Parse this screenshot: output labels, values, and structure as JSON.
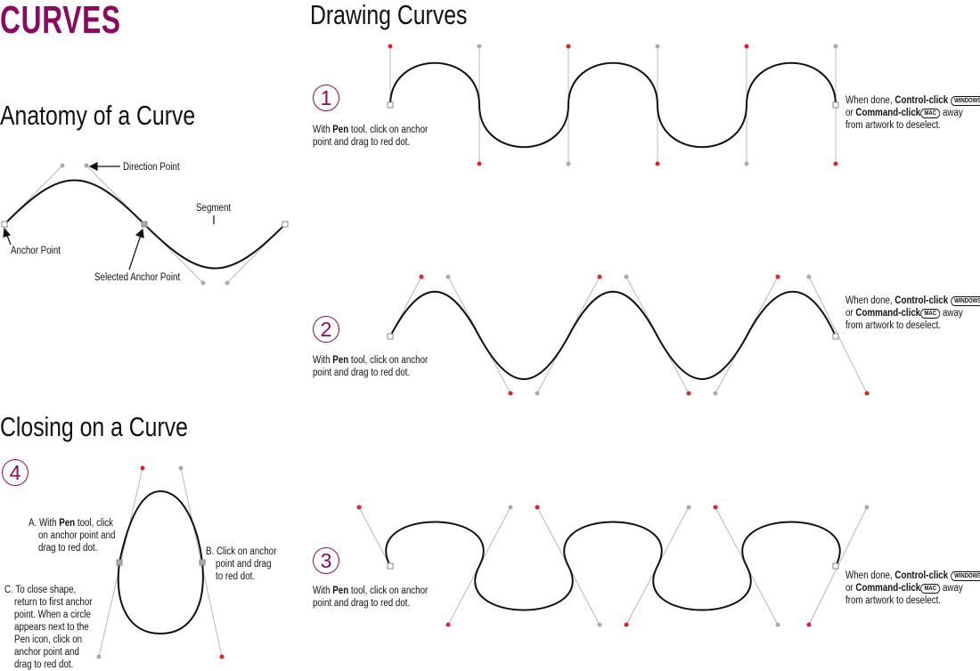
{
  "title": "CURVES",
  "anatomy": {
    "heading": "Anatomy of a Curve",
    "direction_point": "Direction Point",
    "segment": "Segment",
    "anchor_point": "Anchor Point",
    "selected_anchor_point": "Selected Anchor Point"
  },
  "drawing": {
    "heading": "Drawing Curves",
    "steps": [
      {
        "number": "1",
        "pre": "With ",
        "bold": "Pen",
        "post": " tool, click on anchor",
        "line2": "point and drag to red dot."
      },
      {
        "number": "2",
        "pre": "With ",
        "bold": "Pen",
        "post": " tool, click on anchor",
        "line2": "point and drag to red dot."
      },
      {
        "number": "3",
        "pre": "With ",
        "bold": "Pen",
        "post": " tool, click on anchor",
        "line2": "point and drag to red dot."
      }
    ],
    "done": {
      "a": "When done, ",
      "b": "Control-click",
      "windows": "WINDOWS",
      "c": "or ",
      "d": "Command-click",
      "mac": "MAC",
      "e": " away",
      "f": "from artwork to deselect."
    }
  },
  "closing": {
    "heading": "Closing on a Curve",
    "number": "4",
    "a_pre": "A. With ",
    "a_bold": "Pen",
    "a_post": " tool, click",
    "a_l2": "on anchor point and",
    "a_l3": "drag to red dot.",
    "b_l1": "B. Click on anchor",
    "b_l2": "point and drag",
    "b_l3": "to red dot.",
    "c_lines": [
      "C. To close shape,",
      "return to first anchor",
      "point. When a circle",
      "appears next to the",
      "Pen icon, click on",
      "anchor point and",
      "drag to red dot."
    ]
  },
  "colors": {
    "accent": "#8a0a5e",
    "red_dot": "#e0202a",
    "handle": "#b0b0b0"
  }
}
